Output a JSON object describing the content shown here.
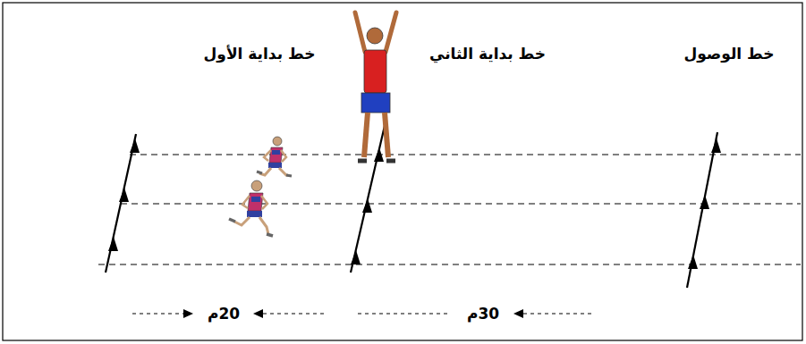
{
  "diagram": {
    "labels": [
      "خط بداية الأول",
      "خط بداية الثاني",
      "خط الوصول",
      "20م",
      "30م"
    ]
  }
}
